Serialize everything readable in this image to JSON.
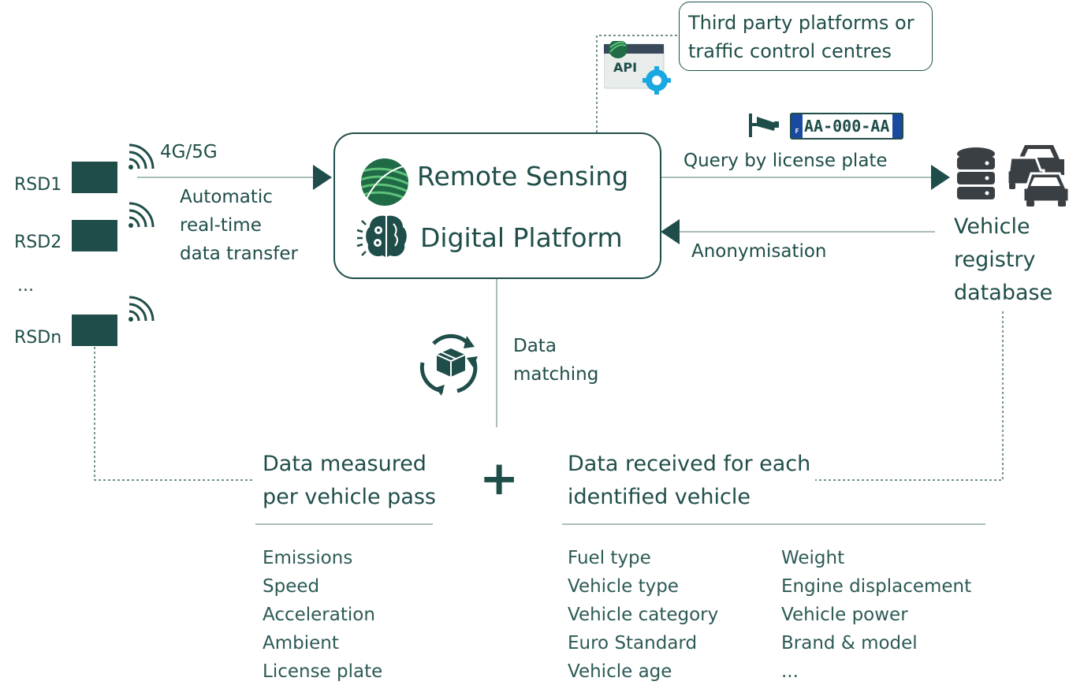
{
  "rsd": {
    "rsd1": "RSD1",
    "rsd2": "RSD2",
    "ellipsis": "...",
    "rsdn": "RSDn"
  },
  "link": {
    "network": "4G/5G",
    "transfer_line1": "Automatic",
    "transfer_line2": "real-time",
    "transfer_line3": "data transfer"
  },
  "platform": {
    "title_line1": "Remote Sensing",
    "title_line2": "Digital Platform"
  },
  "api": {
    "label": "API",
    "third_party_line1": "Third party platforms or",
    "third_party_line2": "traffic control centres"
  },
  "registry": {
    "plate_text": "AA-000-AA",
    "plate_country": "F",
    "query_label": "Query by license plate",
    "anonymisation_label": "Anonymisation",
    "db_line1": "Vehicle",
    "db_line2": "registry",
    "db_line3": "database"
  },
  "matching": {
    "line1": "Data",
    "line2": "matching"
  },
  "measured": {
    "heading_line1": "Data measured",
    "heading_line2": "per vehicle pass",
    "items": [
      "Emissions",
      "Speed",
      "Acceleration",
      "Ambient",
      "License plate"
    ]
  },
  "combine_symbol": "+",
  "received": {
    "heading_line1": "Data received for each",
    "heading_line2": "identified vehicle",
    "items_col1": [
      "Fuel type",
      "Vehicle type",
      "Vehicle category",
      "Euro Standard",
      "Vehicle age"
    ],
    "items_col2": [
      "Weight",
      "Engine displacement",
      "Vehicle power",
      "Brand & model",
      "..."
    ]
  },
  "colors": {
    "primary": "#1f4e4a",
    "line": "#8fa8a5",
    "gear": "#1ba7e0",
    "logo_green": "#2e8b57"
  }
}
